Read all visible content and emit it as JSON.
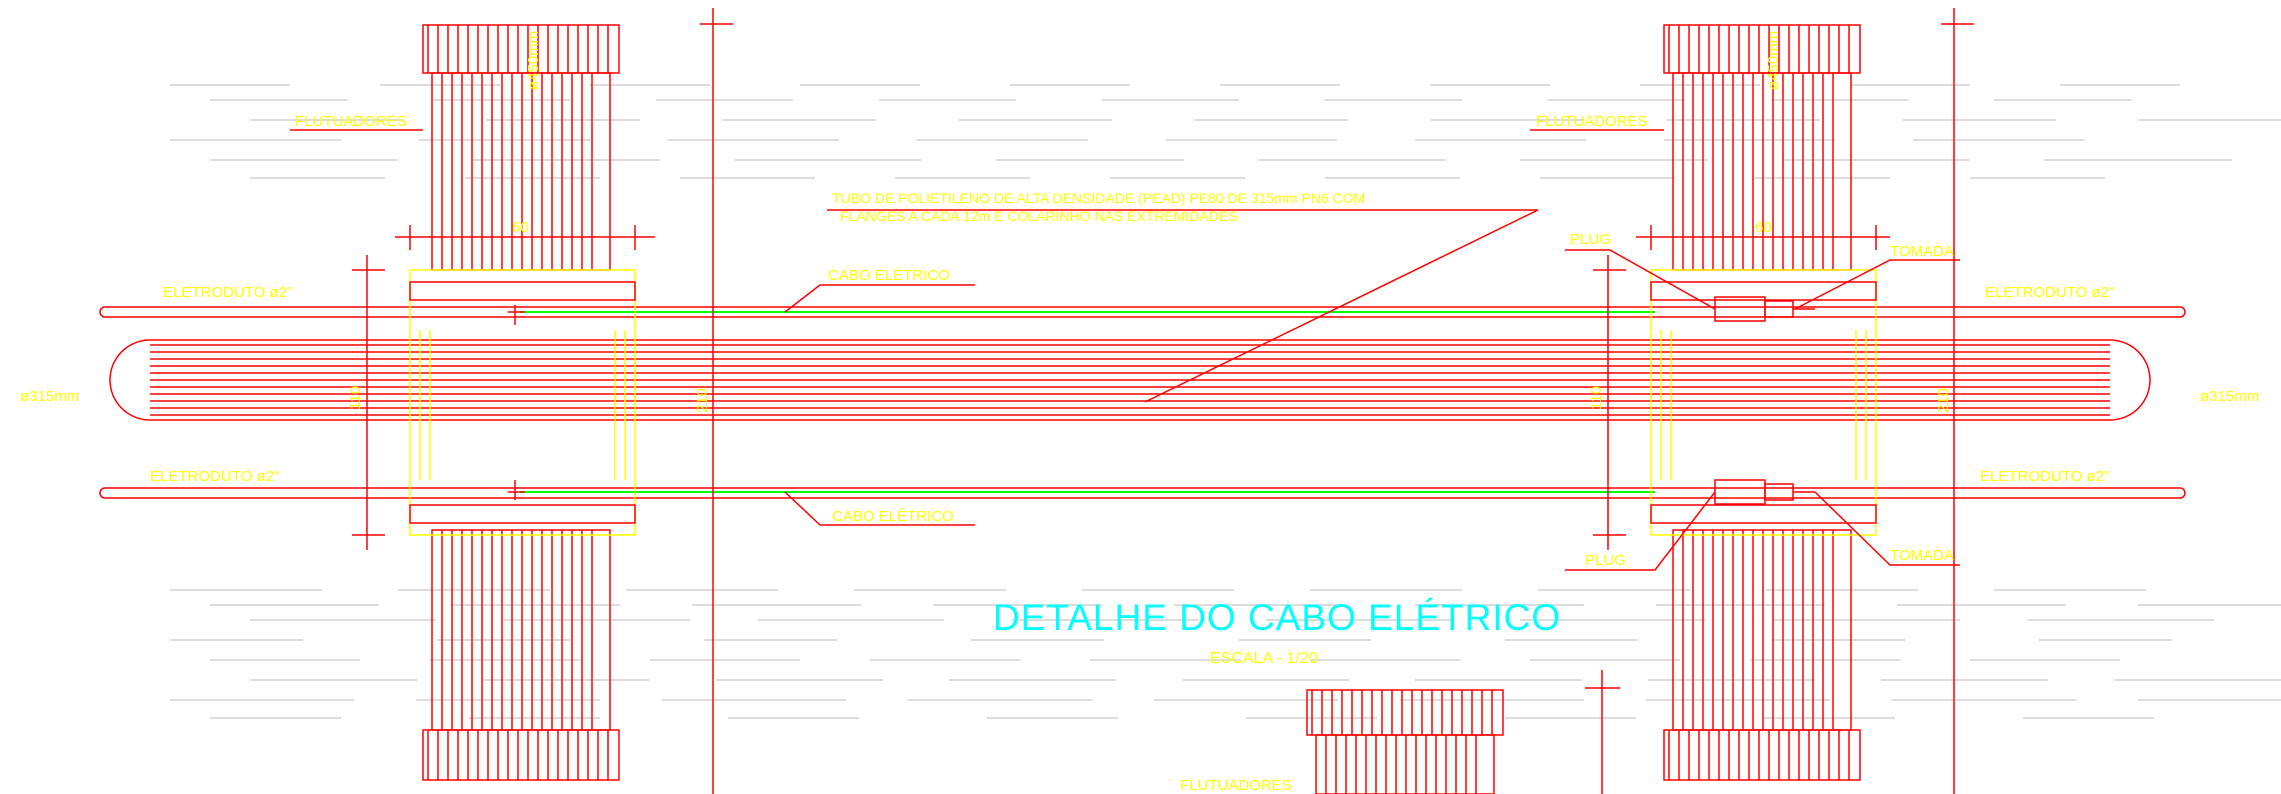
{
  "title": "DETALHE DO CABO ELÉTRICO",
  "scale": "ESCALA - 1/20",
  "labels": {
    "floaters": "FLUTUADORES",
    "float_diameter": "ø450mm",
    "pipe_spec_line1": "TUBO DE POLIETILENO DE ALTA DENSIDADE (PEAD) PE80 DE 315mm PN6 COM",
    "pipe_spec_line2": "FLANGES A CADA 12m E COLARINHO NAS EXTREMIDADES",
    "cable": "CABO ELÉTRICO",
    "conduit": "ELETRODUTO ø2\"",
    "pipe_diameter": "ø315mm",
    "plug": "PLUG",
    "socket": "TOMADA",
    "dim_60": "60",
    "dim_110": "110",
    "dim_210": "210"
  },
  "colors": {
    "drawing_lines": "#ff0000",
    "labels": "#ffff00",
    "title": "#00ffff",
    "cable": "#00ff00",
    "hatch": "#cccccc",
    "background": "#ffffff"
  }
}
